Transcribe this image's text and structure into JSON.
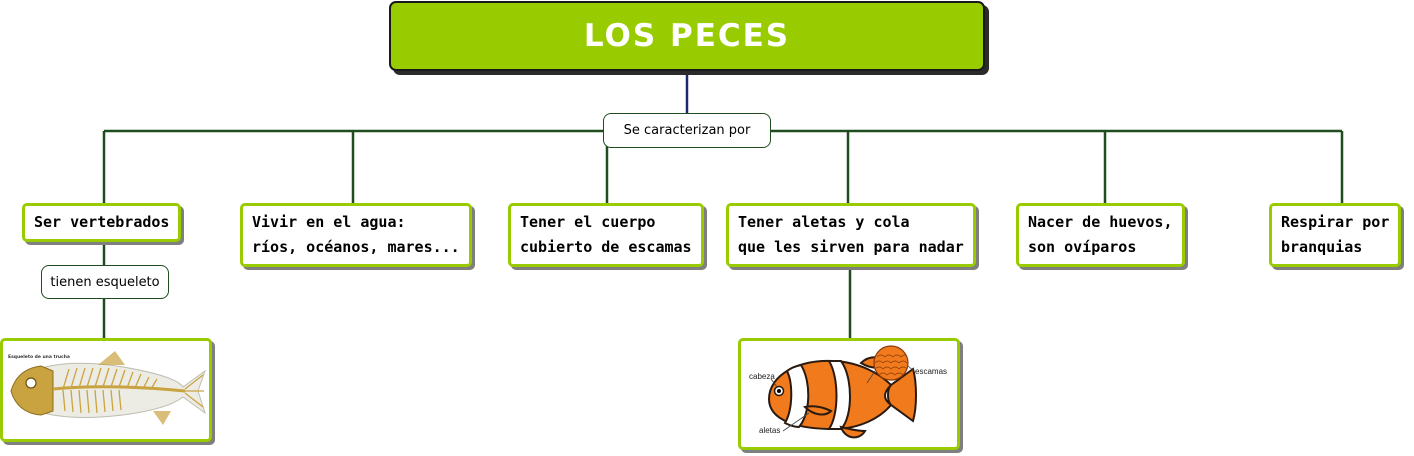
{
  "title": "LOS PECES",
  "main_link": "Se caracterizan por",
  "nodes": {
    "vertebrados": [
      "Ser vertebrados"
    ],
    "agua": [
      "Vivir en el agua:",
      "ríos, océanos, mares..."
    ],
    "escamas": [
      "Tener el cuerpo",
      "cubierto de escamas"
    ],
    "aletas": [
      "Tener aletas y cola",
      "que les sirven para nadar"
    ],
    "huevos": [
      "Nacer de huevos,",
      "son ovíparos"
    ],
    "branquias": [
      "Respirar por",
      "branquias"
    ]
  },
  "sub_link": "tienen esqueleto",
  "skeleton_image": {
    "caption": "Esqueleto de una trucha"
  },
  "clownfish_image": {
    "labels": {
      "head": "cabeza",
      "scales": "escamas",
      "fins": "aletas"
    }
  },
  "colors": {
    "title_bg": "#99cc00",
    "node_border": "#99cc00",
    "line": "#1f4d1f",
    "title_stem": "#1a2a6c",
    "clownfish": "#f07a1c"
  }
}
